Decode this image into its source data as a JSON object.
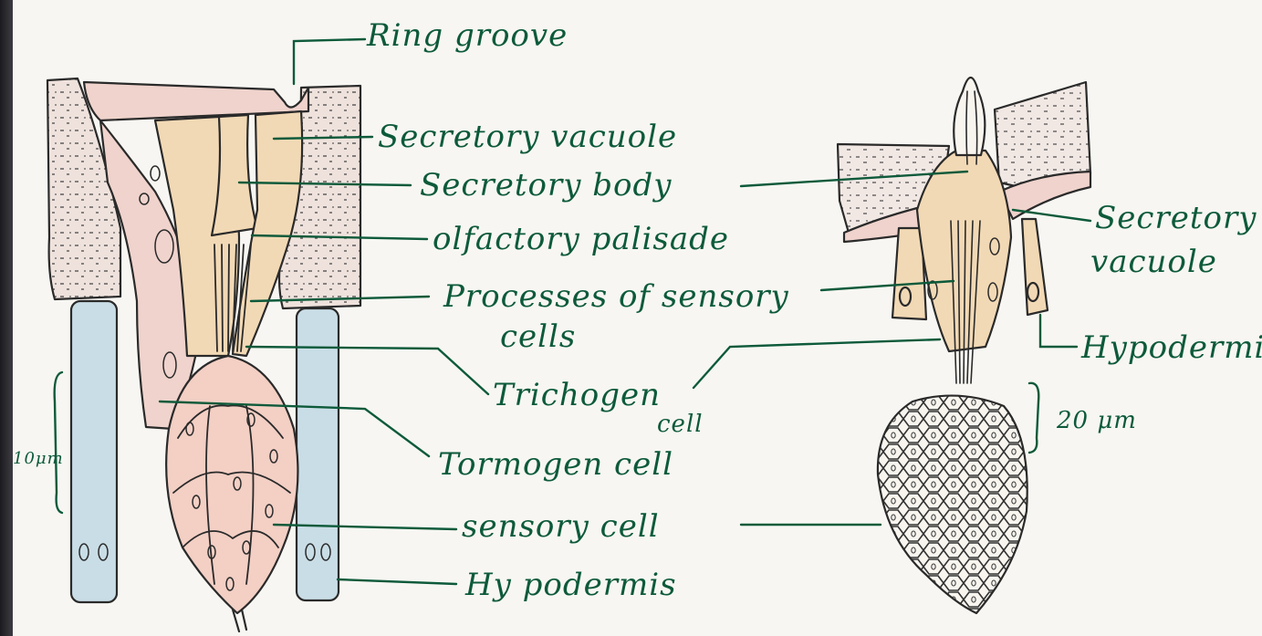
{
  "left_diagram": {
    "labels": {
      "ring_groove": "Ring groove",
      "secretory_vacuole": "Secretory vacuole",
      "secretory_body": "Secretory body",
      "olfactory_palisade": "olfactory palisade",
      "processes_of_sensory_cells_line1": "Processes of sensory",
      "processes_of_sensory_cells_line2": "cells",
      "trichogen_cell_line1": "Trichogen",
      "trichogen_cell_line2": "cell",
      "tormogen_cell": "Tormogen cell",
      "sensory_cell": "sensory cell",
      "hypodermis": "Hy podermis",
      "scale": "10μm"
    }
  },
  "right_diagram": {
    "labels": {
      "secretory_vacuole_line1": "Secretory",
      "secretory_vacuole_line2": "vacuole",
      "hypodermis": "Hypodermis",
      "scale": "20 μm"
    }
  },
  "colors": {
    "ink": "#0d5a3a",
    "outline": "#2a2a2a",
    "cuticle_pink": "#efd3cc",
    "cell_peach": "#f2d9b5",
    "hypodermis_blue": "#c9dde6",
    "sensory_pink": "#f3cfc4"
  }
}
